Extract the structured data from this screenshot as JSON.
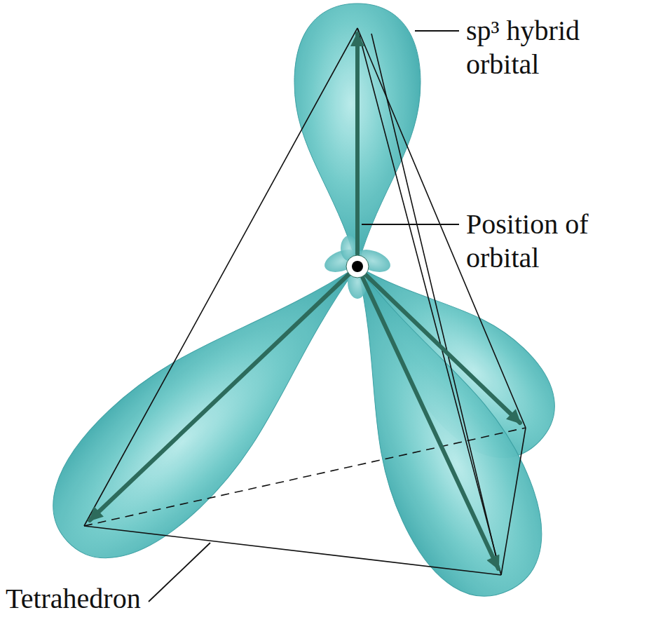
{
  "diagram": {
    "labels": [
      "sp³ hybrid orbital",
      "Position of orbital",
      "Tetrahedron"
    ]
  }
}
